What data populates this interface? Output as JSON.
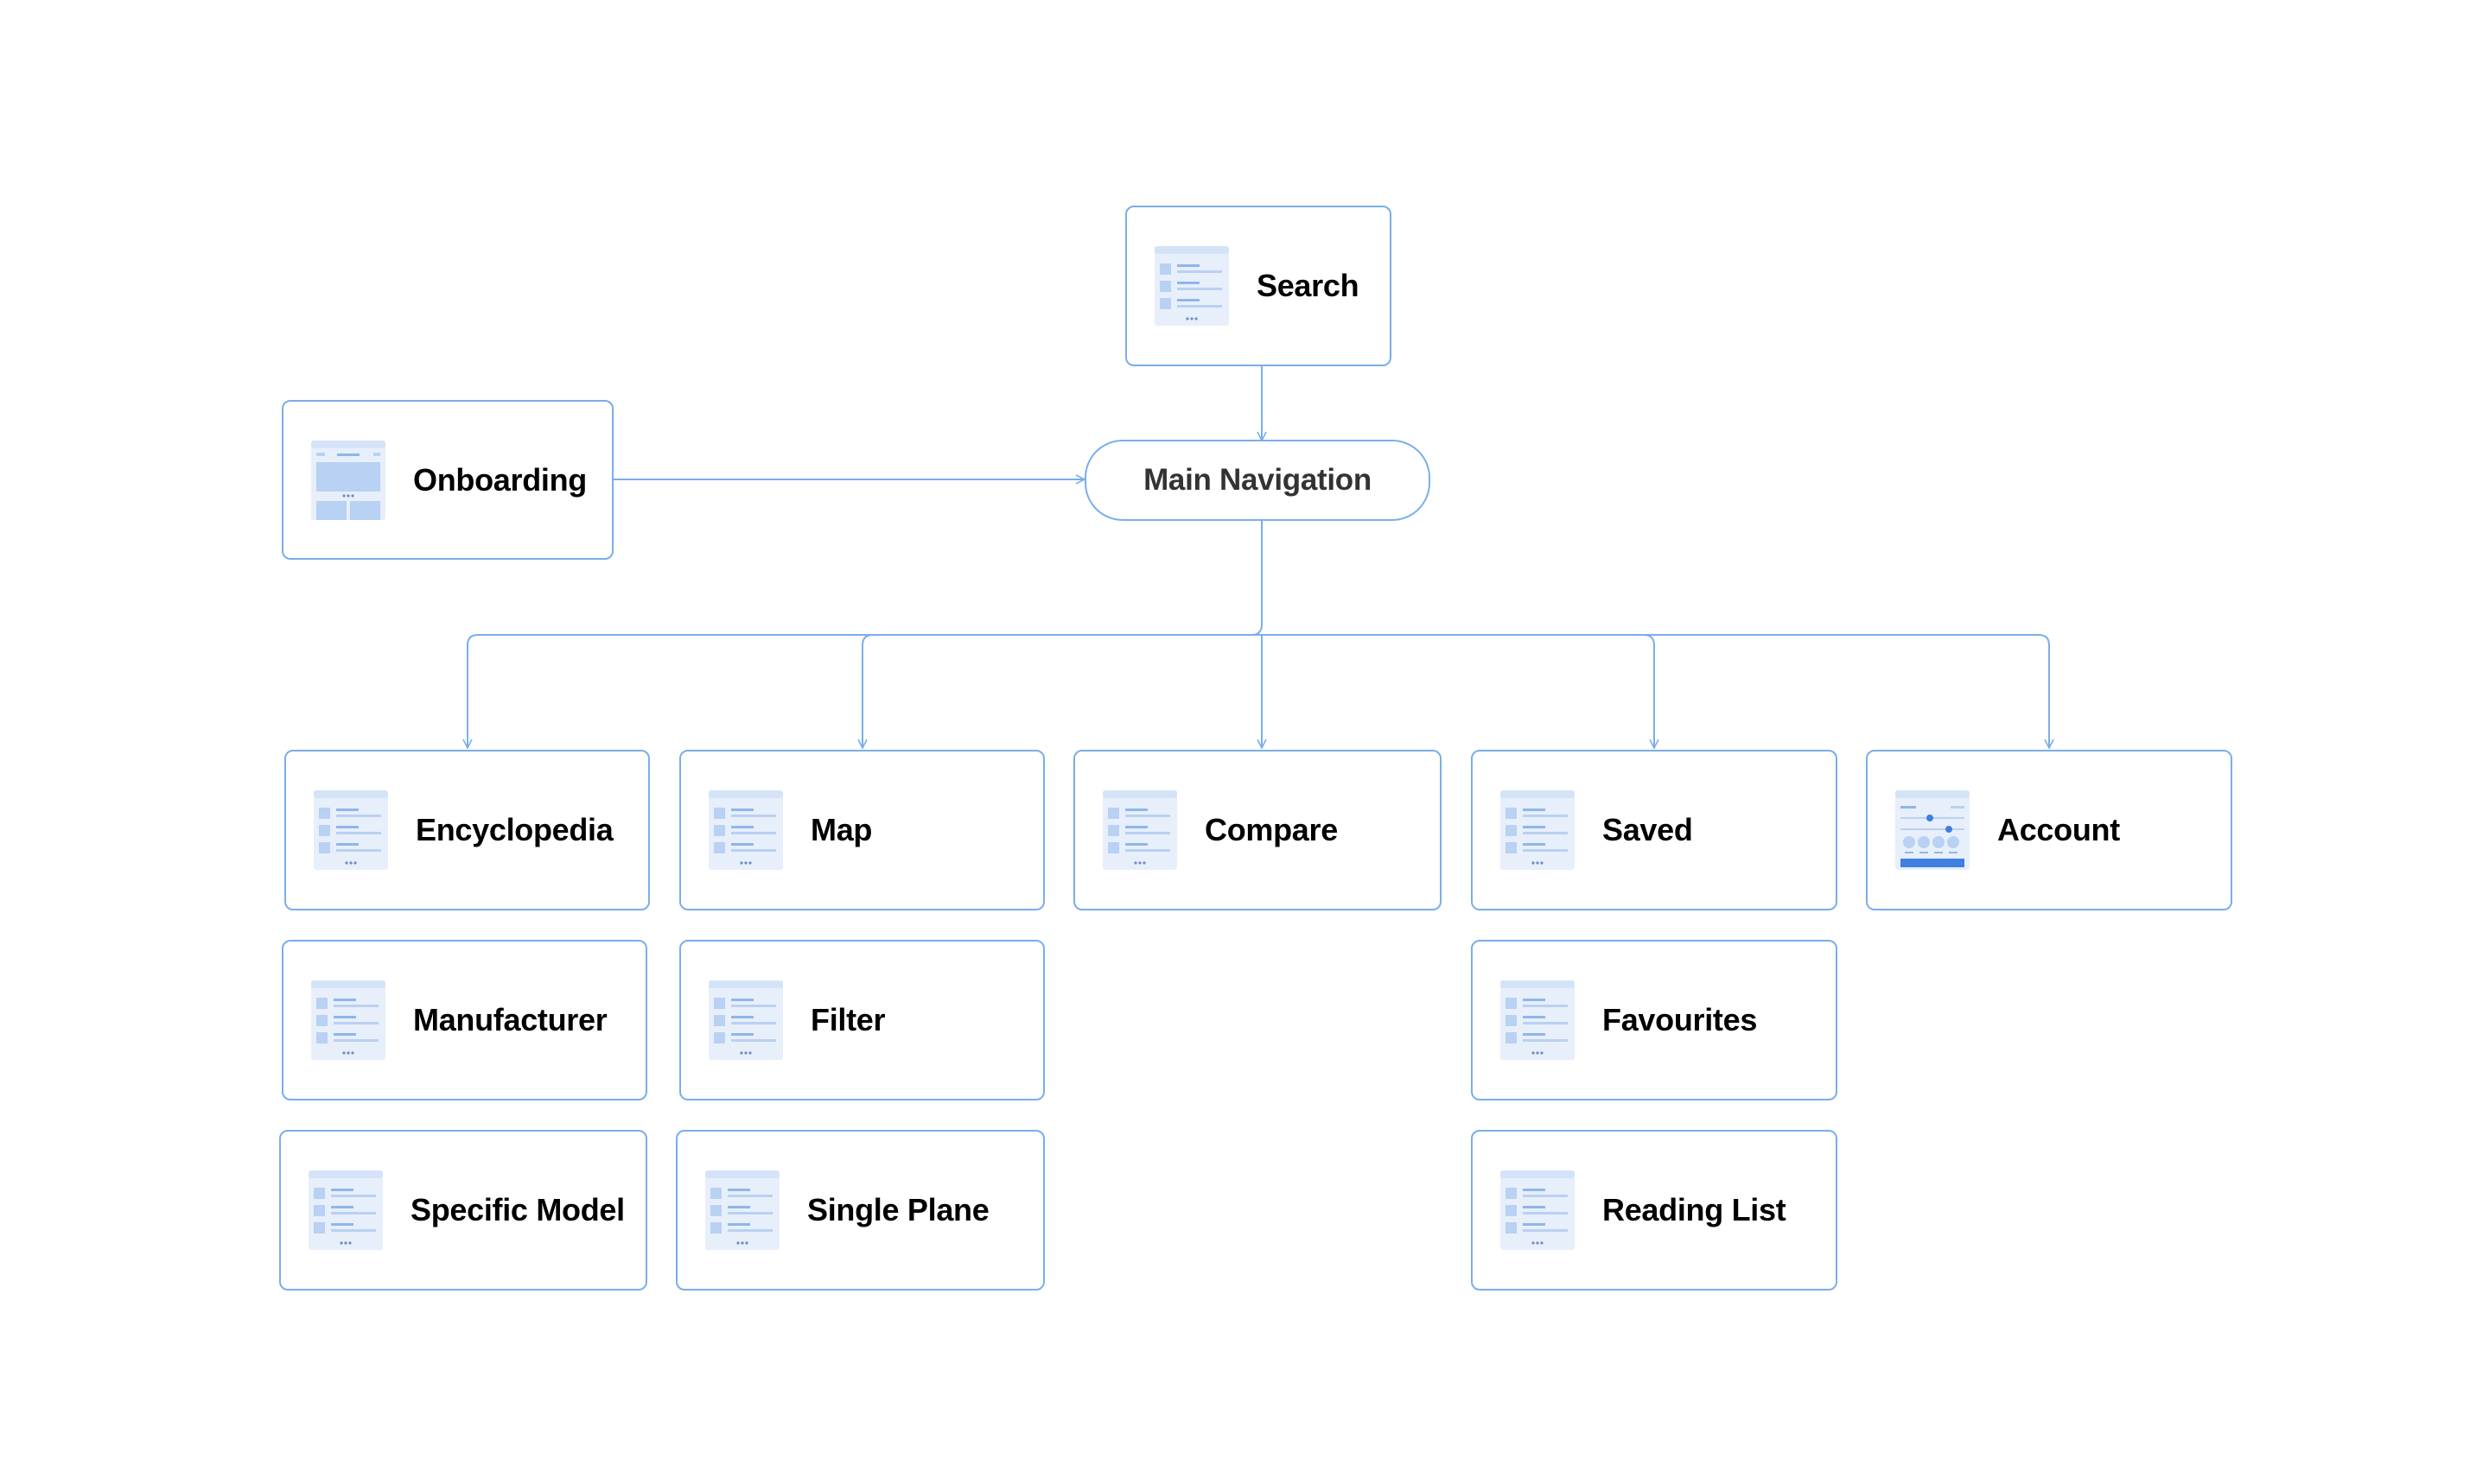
{
  "colors": {
    "border": "#7aaeea",
    "line": "#7aaeea",
    "thumb_fill": "#e7effb",
    "thumb_header": "#d4e3f8",
    "thumb_block": "#b9d1f2",
    "thumb_line": "#8fb6ea",
    "accent": "#3f7fe0"
  },
  "nodes": {
    "search": {
      "label": "Search",
      "icon": "list-screen-icon"
    },
    "onboarding": {
      "label": "Onboarding",
      "icon": "grid-screen-icon"
    },
    "main_navigation": {
      "label": "Main Navigation"
    },
    "encyclopedia": {
      "label": "Encyclopedia",
      "icon": "list-screen-icon"
    },
    "map": {
      "label": "Map",
      "icon": "list-screen-icon"
    },
    "compare": {
      "label": "Compare",
      "icon": "list-screen-icon"
    },
    "saved": {
      "label": "Saved",
      "icon": "list-screen-icon"
    },
    "account": {
      "label": "Account",
      "icon": "settings-screen-icon"
    },
    "manufacturer": {
      "label": "Manufacturer",
      "icon": "list-screen-icon"
    },
    "filter": {
      "label": "Filter",
      "icon": "list-screen-icon"
    },
    "favourites": {
      "label": "Favourites",
      "icon": "list-screen-icon"
    },
    "specific_model": {
      "label": "Specific Model",
      "icon": "list-screen-icon"
    },
    "single_plane": {
      "label": "Single Plane",
      "icon": "list-screen-icon"
    },
    "reading_list": {
      "label": "Reading List",
      "icon": "list-screen-icon"
    }
  },
  "edges": [
    {
      "from": "search",
      "to": "main_navigation"
    },
    {
      "from": "onboarding",
      "to": "main_navigation"
    },
    {
      "from": "main_navigation",
      "to": "encyclopedia"
    },
    {
      "from": "main_navigation",
      "to": "map"
    },
    {
      "from": "main_navigation",
      "to": "compare"
    },
    {
      "from": "main_navigation",
      "to": "saved"
    },
    {
      "from": "main_navigation",
      "to": "account"
    }
  ]
}
